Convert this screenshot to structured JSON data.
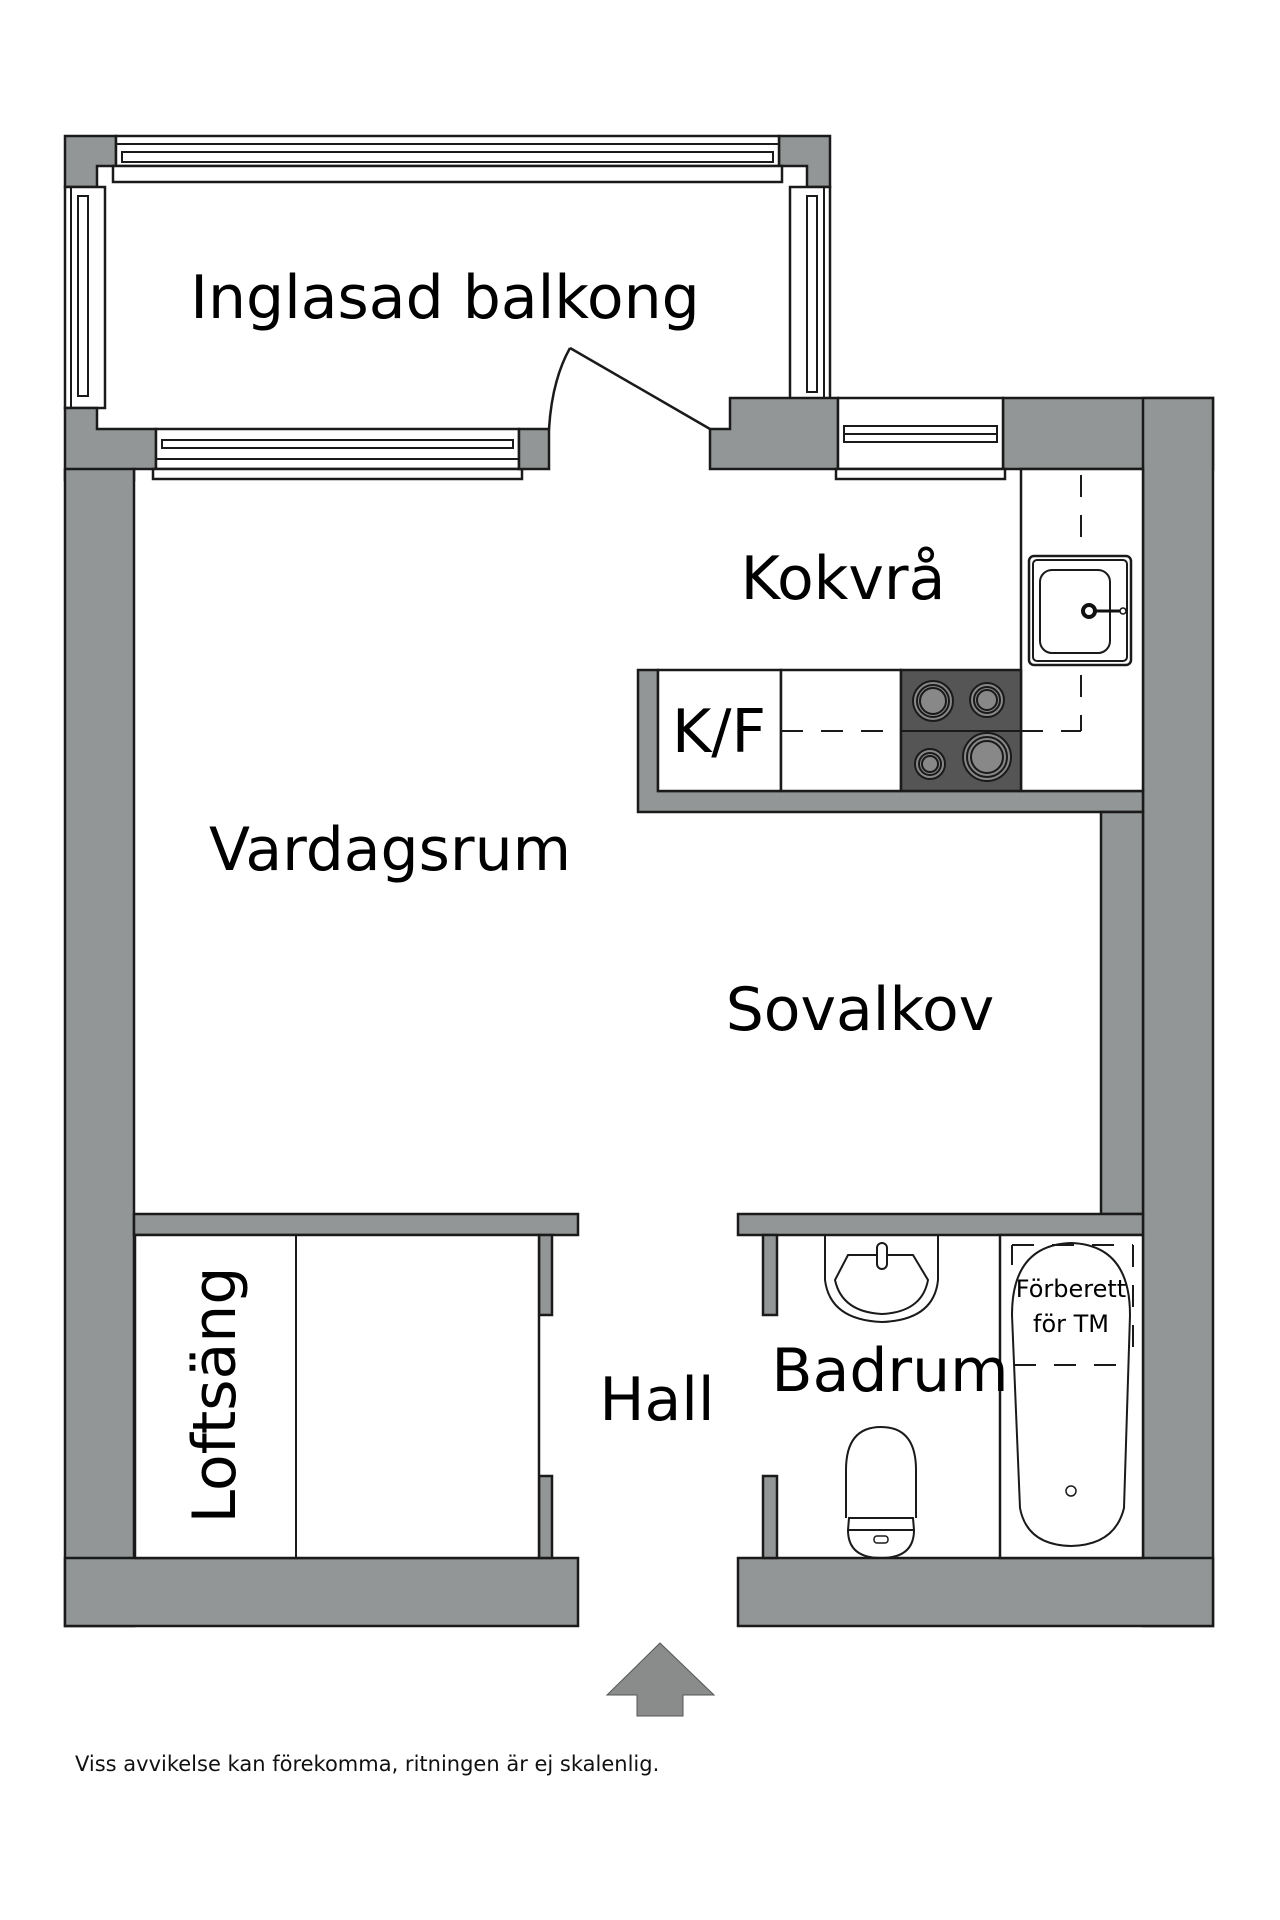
{
  "plan": {
    "rooms": {
      "balcony": "Inglasad balkong",
      "kitchen": "Kokvrå",
      "fridge_freezer": "K/F",
      "living_room": "Vardagsrum",
      "sleeping_alcove": "Sovalkov",
      "loft_bed": "Loftsäng",
      "hall": "Hall",
      "bathroom": "Badrum"
    },
    "bath_note_line1": "Förberett",
    "bath_note_line2": "för TM",
    "entrance_arrow": "entrance-arrow",
    "colors": {
      "wall": "#939696",
      "stove": "#555555",
      "burner": "#888888",
      "line": "#1a1a1a"
    }
  },
  "footnote": "Viss avvikelse kan förekomma, ritningen är ej skalenlig."
}
